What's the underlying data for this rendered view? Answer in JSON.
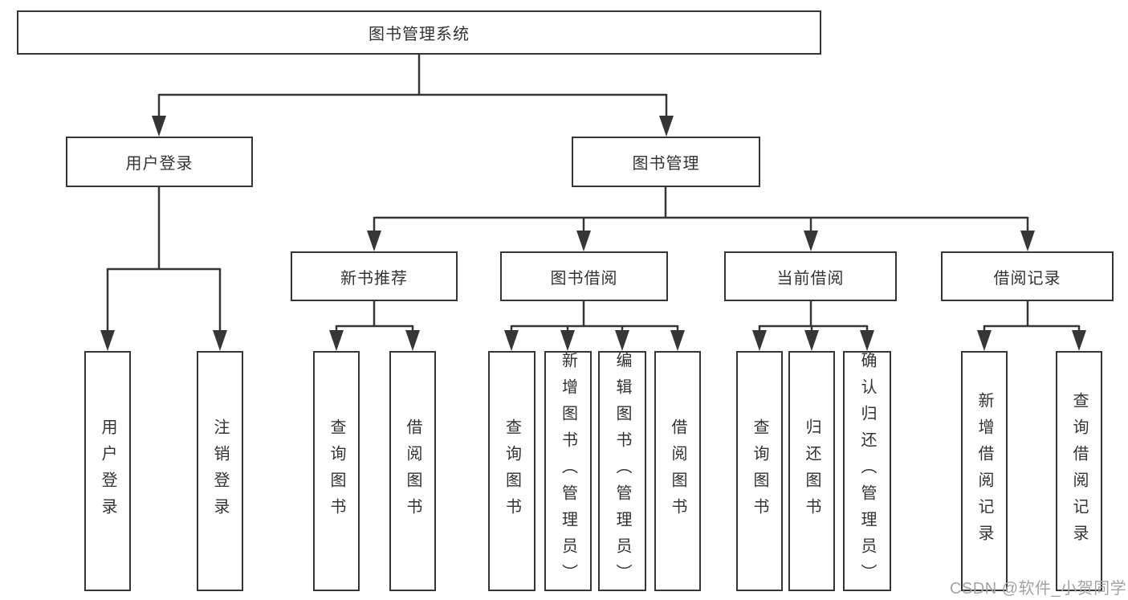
{
  "tree": {
    "root": {
      "label": "图书管理系统"
    },
    "branches": [
      {
        "label": "用户登录",
        "children": [
          {
            "label": "用户登录"
          },
          {
            "label": "注销登录"
          }
        ]
      },
      {
        "label": "图书管理",
        "children": [
          {
            "label": "新书推荐",
            "children": [
              {
                "label": "查询图书"
              },
              {
                "label": "借阅图书"
              }
            ]
          },
          {
            "label": "图书借阅",
            "children": [
              {
                "label": "查询图书"
              },
              {
                "label": "新增图书（管理员）"
              },
              {
                "label": "编辑图书（管理员）"
              },
              {
                "label": "借阅图书"
              }
            ]
          },
          {
            "label": "当前借阅",
            "children": [
              {
                "label": "查询图书"
              },
              {
                "label": "归还图书"
              },
              {
                "label": "确认归还（管理员）"
              }
            ]
          },
          {
            "label": "借阅记录",
            "children": [
              {
                "label": "新增借阅记录"
              },
              {
                "label": "查询借阅记录"
              }
            ]
          }
        ]
      }
    ]
  },
  "watermark": {
    "text": "CSDN @软件_小贺同学",
    "color": "#a3a3a3"
  },
  "colors": {
    "line": "#363636",
    "box_border": "#363636",
    "text": "#333333",
    "background": "#ffffff"
  }
}
